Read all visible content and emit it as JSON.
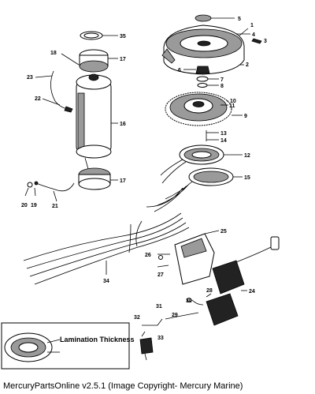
{
  "callouts": [
    "1",
    "2",
    "3",
    "4",
    "5",
    "6",
    "7",
    "8",
    "9",
    "10",
    "11",
    "12",
    "13",
    "14",
    "15",
    "16",
    "17",
    "17",
    "18",
    "19",
    "20",
    "21",
    "22",
    "23",
    "24",
    "25",
    "26",
    "27",
    "28",
    "29",
    "30",
    "31",
    "32",
    "33",
    "34",
    "35"
  ],
  "inset_label": "Lamination Thickness",
  "footer": "MercuryPartsOnline v2.5.1 (Image Copyright- Mercury Marine)"
}
